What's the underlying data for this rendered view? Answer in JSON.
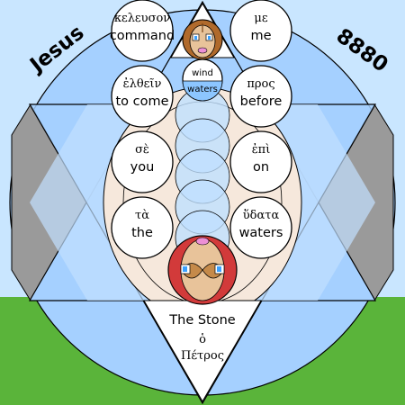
{
  "colors": {
    "sky": "#c9e6ff",
    "blue": "#a5d0ff",
    "green": "#5ab43a",
    "gray": "#9a9a9a",
    "peach": "#f6e8dc",
    "red": "#d23a3a",
    "skin": "#e8c39a",
    "lip": "#ec8fd6"
  },
  "headline": {
    "left": "Jesus",
    "right": "8880"
  },
  "center_bubble": {
    "top": "wind",
    "bottom": "waters"
  },
  "words": [
    {
      "greek": "κελευσον",
      "english": "command"
    },
    {
      "greek": "με",
      "english": "me"
    },
    {
      "greek": "ἐλθεῖν",
      "english": "to come"
    },
    {
      "greek": "προς",
      "english": "before"
    },
    {
      "greek": "σὲ",
      "english": "you"
    },
    {
      "greek": "ἐπὶ",
      "english": "on"
    },
    {
      "greek": "τὰ",
      "english": "the"
    },
    {
      "greek": "ὕδατα",
      "english": "waters"
    }
  ],
  "stone": {
    "english": "The Stone",
    "article": "ὁ",
    "greek": "Πέτρος"
  }
}
